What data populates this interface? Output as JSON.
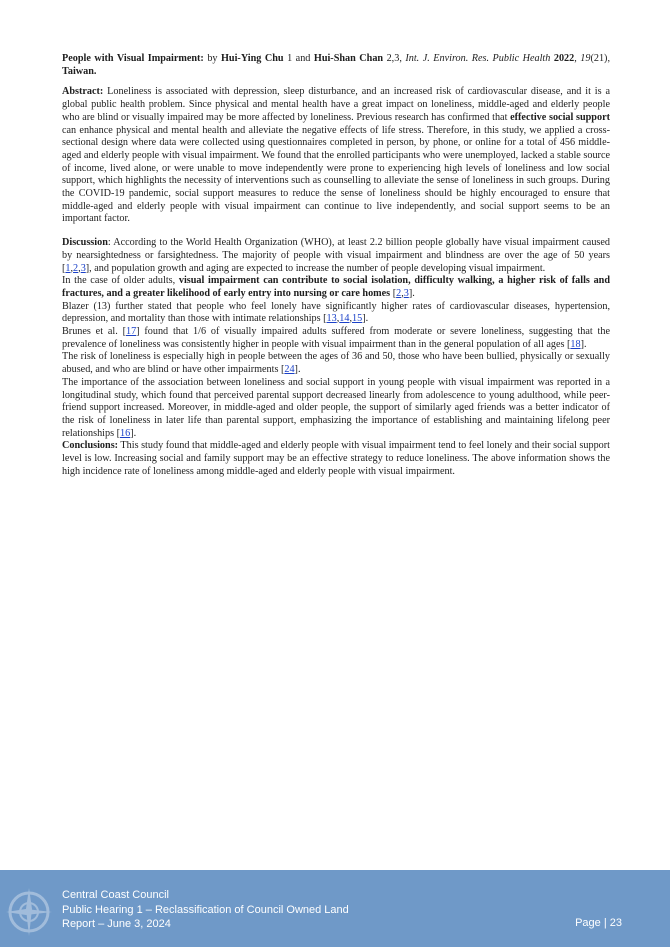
{
  "header": {
    "lead": "People with Visual Impairment:",
    "by": " by ",
    "author1": "Hui-Ying Chu",
    "author1_aff": " 1 and ",
    "author2": "Hui-Shan Chan",
    "author2_aff": " 2,3, ",
    "journal": "Int. J. Environ. Res. Public Health",
    "space": " ",
    "year": "2022",
    "comma": ", ",
    "volume": "19",
    "issue": "(21), ",
    "country": "Taiwan."
  },
  "abstract": {
    "label": "Abstract:",
    "part1": " Loneliness is associated with depression, sleep disturbance, and an increased risk of cardiovascular disease, and it is a global public health problem. Since physical and mental health have a great impact on loneliness, middle-aged and elderly people who are blind or visually impaired may be more affected by loneliness. Previous research has confirmed that ",
    "bold": "effective social support",
    "part2": " can enhance physical and mental health and alleviate the negative effects of life stress. Therefore, in this study, we applied a cross-sectional design where data were collected using questionnaires completed in person, by phone, or online for a total of 456 middle-aged and elderly people with visual impairment. We found that the enrolled participants who were unemployed, lacked a stable source of income, lived alone, or were unable to move independently were prone to experiencing high levels of loneliness and low social support, which highlights the necessity of interventions such as counselling to alleviate the sense of loneliness in such groups. During the COVID-19 pandemic, social support measures to reduce the sense of loneliness should be highly encouraged to ensure that middle-aged and elderly people with visual impairment can continue to live independently, and social support seems to be an important factor."
  },
  "discussion": {
    "label": "Discussion",
    "p1_a": ": According to the World Health Organization (WHO), at least 2.2 billion people globally have visual impairment caused by nearsightedness or farsightedness. The majority of people with visual impairment and blindness are over the age of 50 years [",
    "ref_1": "1",
    "ref_2": "2",
    "ref_3": "3",
    "p1_b": "], and population growth and aging are expected to increase the number of people developing visual impairment.",
    "p2_a": "In the case of older adults, ",
    "p2_bold": "visual impairment can contribute to social isolation, difficulty walking, a higher risk of falls and fractures, and a greater likelihood of early entry into nursing or care homes",
    "p2_ref_2": "2",
    "p2_ref_3": "3",
    "p3_a": "Blazer (13) further stated that people who feel lonely have significantly higher rates of cardiovascular diseases, hypertension, depression, and mortality than those with intimate relationships [",
    "ref_13": "13",
    "ref_14": "14",
    "ref_15": "15",
    "p4_a": "Brunes et al. [",
    "ref_17": "17",
    "p4_b": "] found that 1/6 of visually impaired adults suffered from moderate or severe loneliness, suggesting that the prevalence of loneliness was consistently higher in people with visual impairment than in the general population of all ages [",
    "ref_18": "18",
    "p5_a": "The risk of loneliness is especially high in people between the ages of 36 and 50, those who have been bullied, physically or sexually abused, and who are blind or have other impairments [",
    "ref_24": "24",
    "p6_a": "The importance of the association between loneliness and social support in young people with visual impairment was reported in a longitudinal study, which found that perceived parental support decreased linearly from adolescence to young adulthood, while peer-friend support increased. Moreover, in middle-aged and older people, the support of similarly aged friends was a better indicator of the risk of loneliness in later life than parental support, emphasizing the importance of establishing and maintaining lifelong peer relationships [",
    "ref_16": "16"
  },
  "conclusions": {
    "label": "Conclusions:",
    "text": " This study found that middle-aged and elderly people with visual impairment tend to feel lonely and their social support level is low. Increasing social and family support may be an effective strategy to reduce loneliness. The above information shows the high incidence rate of loneliness among middle-aged and elderly people with visual impairment."
  },
  "punct": {
    "comma": ",",
    "close_bracket": "].",
    "space_open": " [",
    "close_plain": "]."
  },
  "footer": {
    "line1": "Central Coast Council",
    "line2": "Public Hearing 1 – Reclassification of Council Owned Land",
    "line3": "Report – June 3, 2024",
    "page": "Page | 23",
    "bg_color": "#6f99c8"
  }
}
